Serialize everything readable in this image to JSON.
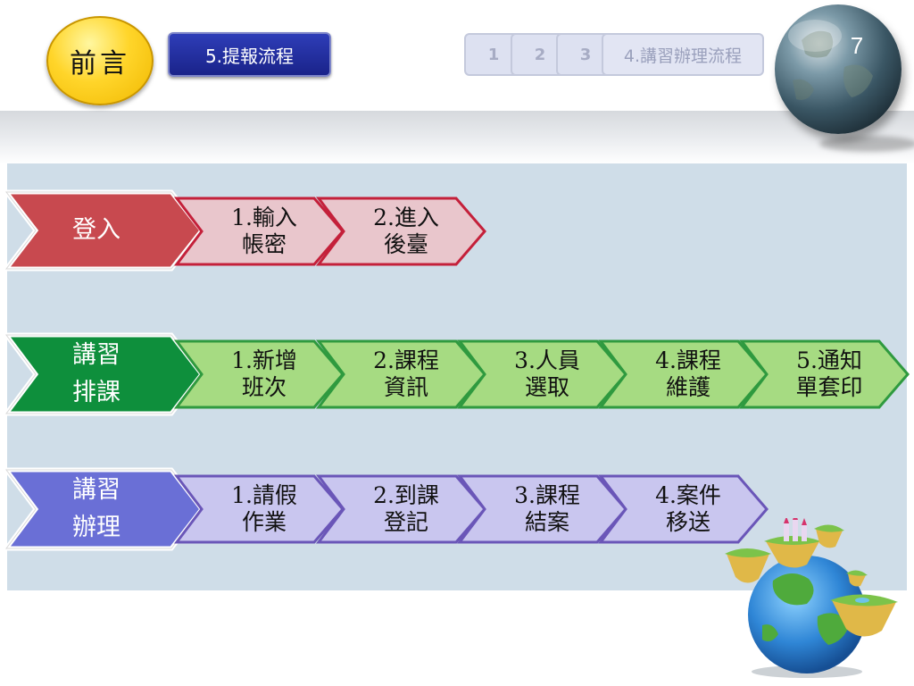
{
  "header": {
    "preface_label": "前言",
    "section_label": "5.提報流程",
    "step_tabs": [
      "1",
      "2",
      "3",
      "4.講習辦理流程"
    ],
    "page_number": "7"
  },
  "flows": [
    {
      "head": {
        "line1": "登入",
        "line2": ""
      },
      "steps": [
        {
          "line1": "1.輸入",
          "line2": "帳密"
        },
        {
          "line1": "2.進入",
          "line2": "後臺"
        }
      ]
    },
    {
      "head": {
        "line1": "講習",
        "line2": "排課"
      },
      "steps": [
        {
          "line1": "1.新增",
          "line2": "班次"
        },
        {
          "line1": "2.課程",
          "line2": "資訊"
        },
        {
          "line1": "3.人員",
          "line2": "選取"
        },
        {
          "line1": "4.課程",
          "line2": "維護"
        },
        {
          "line1": "5.通知",
          "line2": "單套印"
        }
      ]
    },
    {
      "head": {
        "line1": "講習",
        "line2": "辦理"
      },
      "steps": [
        {
          "line1": "1.請假",
          "line2": "作業"
        },
        {
          "line1": "2.到課",
          "line2": "登記"
        },
        {
          "line1": "3.課程",
          "line2": "結案"
        },
        {
          "line1": "4.案件",
          "line2": "移送"
        }
      ]
    }
  ],
  "colors": {
    "login_head": "#c8494f",
    "login_step": "#e9c6cc",
    "login_border": "#c4203a",
    "schedule_head": "#0e8f3c",
    "schedule_step": "#a6db82",
    "schedule_border": "#2f9a3f",
    "handle_head": "#6a6fd6",
    "handle_step": "#c9c6ef",
    "handle_border": "#6a56b8"
  }
}
